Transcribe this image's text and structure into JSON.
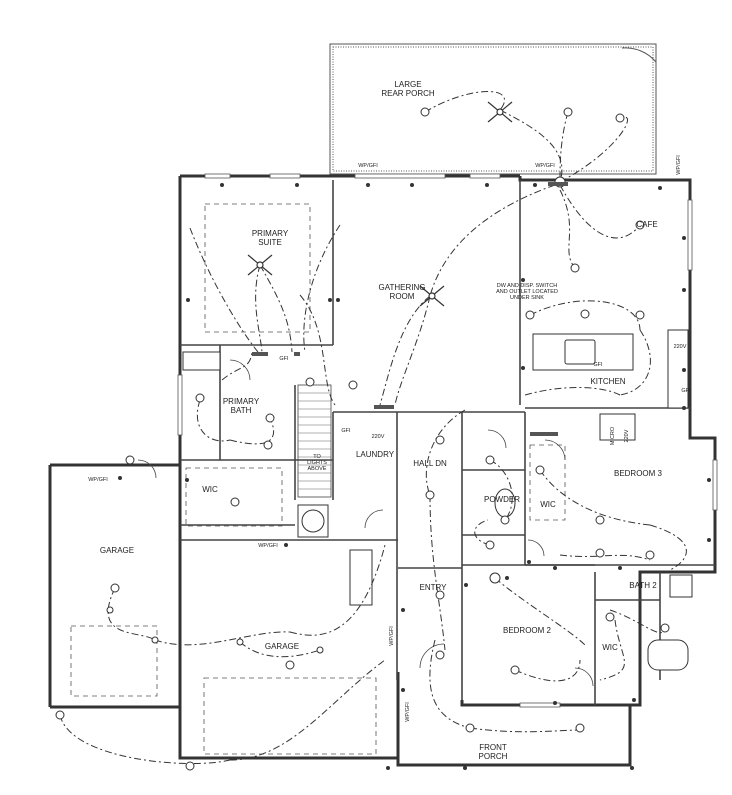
{
  "plan": {
    "rooms": {
      "rear_porch": "LARGE\nREAR PORCH",
      "primary_suite": "PRIMARY\nSUITE",
      "gathering_room": "GATHERING\nROOM",
      "cafe": "CAFE",
      "kitchen": "KITCHEN",
      "primary_bath": "PRIMARY\nBATH",
      "laundry": "LAUNDRY",
      "hall_dn": "HALL DN",
      "powder": "POWDER",
      "bedroom_3": "BEDROOM 3",
      "wic_primary": "WIC",
      "wic_bed3": "WIC",
      "wic_bed2": "WIC",
      "garage_left": "GARAGE",
      "garage_main": "GARAGE",
      "entry": "ENTRY",
      "bedroom_2": "BEDROOM 2",
      "bath_2": "BATH 2",
      "front_porch": "FRONT\nPORCH"
    },
    "notes": {
      "dw_note": "DW AND DISP. SWITCH\nAND OUTLET LOCATED\nUNDER SINK",
      "to_lights": "TO\nLIGHTS\nABOVE",
      "v220_laundry": "220V",
      "v220_kitchen": "220V",
      "v220_range": "220V",
      "micro": "MICRO",
      "wp_gfi_rear1": "WP/GFI",
      "wp_gfi_rear2": "WP/GFI",
      "wp_gfi_rear3": "WP/GFI",
      "wp_gfi_garage_left": "WP/GFI",
      "wp_gfi_garage_main": "WP/GFI",
      "wp_gfi_entry": "WP/GFI",
      "wp_gfi_front": "WP/GFI",
      "gfi_1": "GFI",
      "gfi_2": "GFI",
      "gfi_3": "GFI",
      "gfi_4": "GFI"
    }
  }
}
